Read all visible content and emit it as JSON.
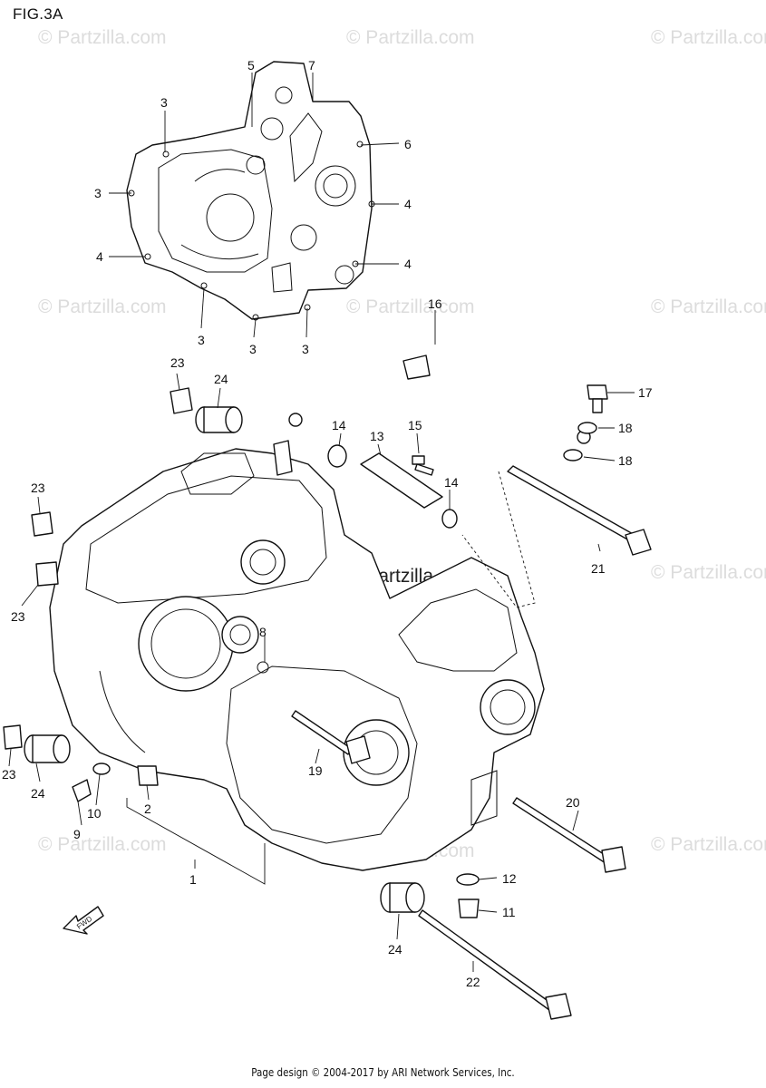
{
  "figure": {
    "title": "FIG.3A"
  },
  "watermark": {
    "text": "© Partzilla.com",
    "center_text": "© Partzilla.com"
  },
  "fwd_label": "FWD",
  "callouts": {
    "c1": "1",
    "c2": "2",
    "c3a": "3",
    "c3b": "3",
    "c3c": "3",
    "c3d": "3",
    "c3e": "3",
    "c4a": "4",
    "c4b": "4",
    "c4c": "4",
    "c5": "5",
    "c6": "6",
    "c7": "7",
    "c8": "8",
    "c9": "9",
    "c10": "10",
    "c11": "11",
    "c12": "12",
    "c13": "13",
    "c14a": "14",
    "c14b": "14",
    "c15": "15",
    "c16": "16",
    "c17": "17",
    "c18a": "18",
    "c18b": "18",
    "c19": "19",
    "c20": "20",
    "c21": "21",
    "c22": "22",
    "c23a": "23",
    "c23b": "23",
    "c23c": "23",
    "c23d": "23",
    "c24a": "24",
    "c24b": "24",
    "c24c": "24"
  },
  "footer": {
    "text": "Page design © 2004-2017 by ARI Network Services, Inc."
  }
}
